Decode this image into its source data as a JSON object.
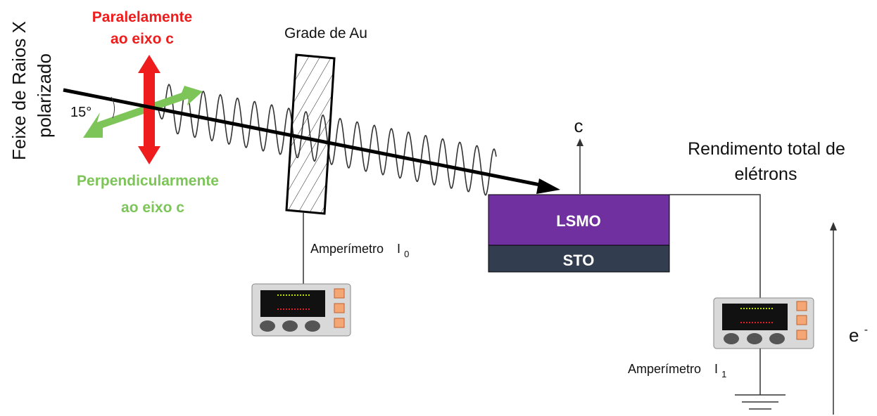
{
  "beam": {
    "label_line1": "Feixe de Raios X",
    "label_line2": "polarizado",
    "angle": "15°"
  },
  "polarization": {
    "parallel_line1": "Paralelamente",
    "parallel_line2": "ao eixo c",
    "perpendicular_line1": "Perpendicularmente",
    "perpendicular_line2": "ao eixo c",
    "parallel_color": "#ee1c1c",
    "perpendicular_color": "#7dc559"
  },
  "grid": {
    "label": "Grade de Au"
  },
  "sample": {
    "top_layer": "LSMO",
    "bottom_layer": "STO",
    "top_color": "#7030a0",
    "bottom_color": "#323e4f",
    "axis_label": "c"
  },
  "yield": {
    "line1": "Rendimento total de",
    "line2": "elétrons",
    "electron": "e",
    "electron_sup": "-"
  },
  "ammeter0": {
    "label": "Amperímetro",
    "symbol": "I",
    "sub": "0"
  },
  "ammeter1": {
    "label": "Amperímetro",
    "symbol": "I",
    "sub": "1"
  }
}
